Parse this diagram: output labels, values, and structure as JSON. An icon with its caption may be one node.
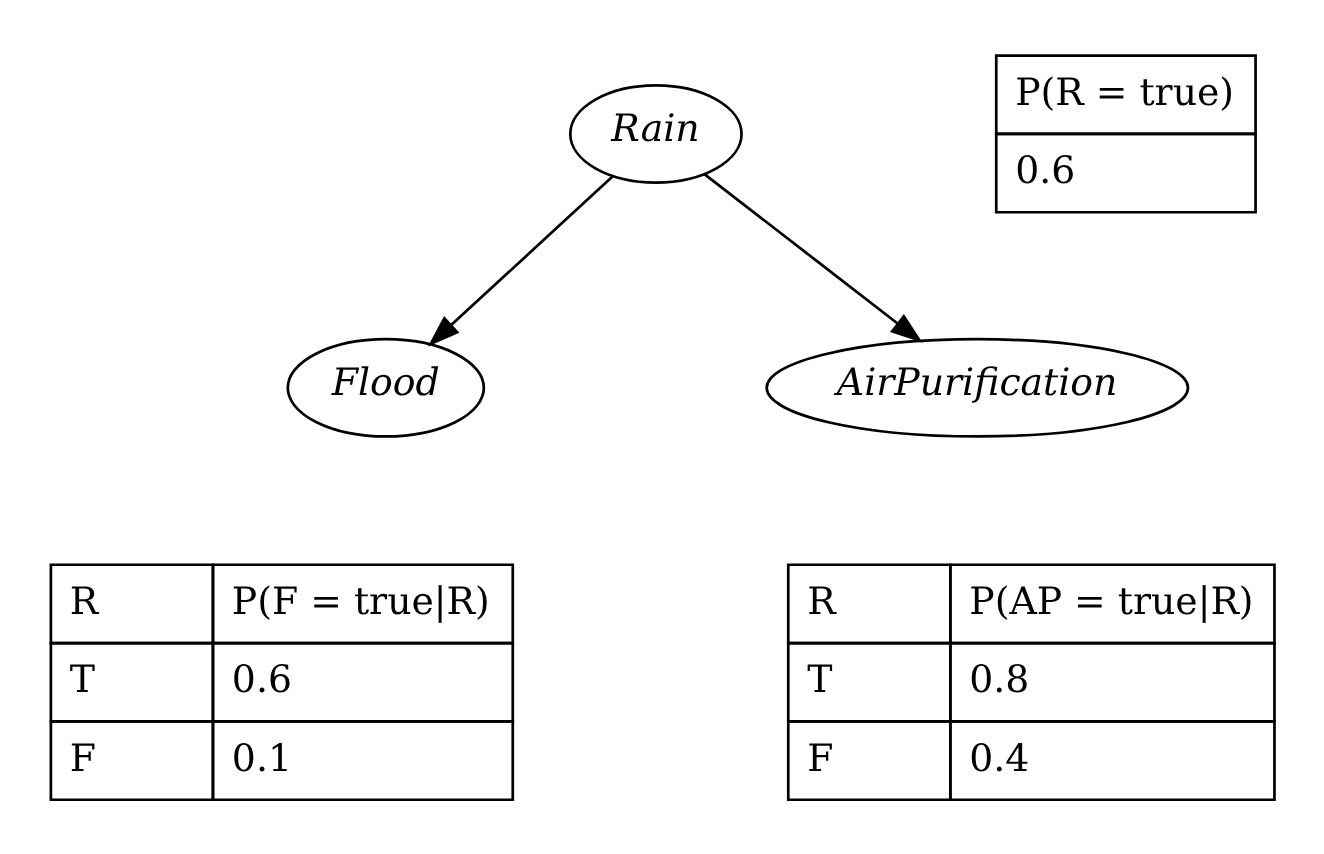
{
  "diagram": {
    "nodes": [
      {
        "text": [
          "Rain"
        ]
      },
      {
        "text": [
          "Flood"
        ]
      },
      {
        "text": [
          "AirPurification"
        ]
      }
    ],
    "edges": [
      {
        "from": 0,
        "to": 1,
        "arrow": "to"
      },
      {
        "from": 0,
        "to": 2,
        "arrow": "to"
      }
    ],
    "labels": [
      "P(R = true)",
      "0.6",
      "R",
      "P(F = true|R)",
      "T",
      "0.6",
      "F",
      "0.1",
      "R",
      "P(AP = true|R)",
      "T",
      "0.8",
      "F",
      "0.4"
    ]
  }
}
